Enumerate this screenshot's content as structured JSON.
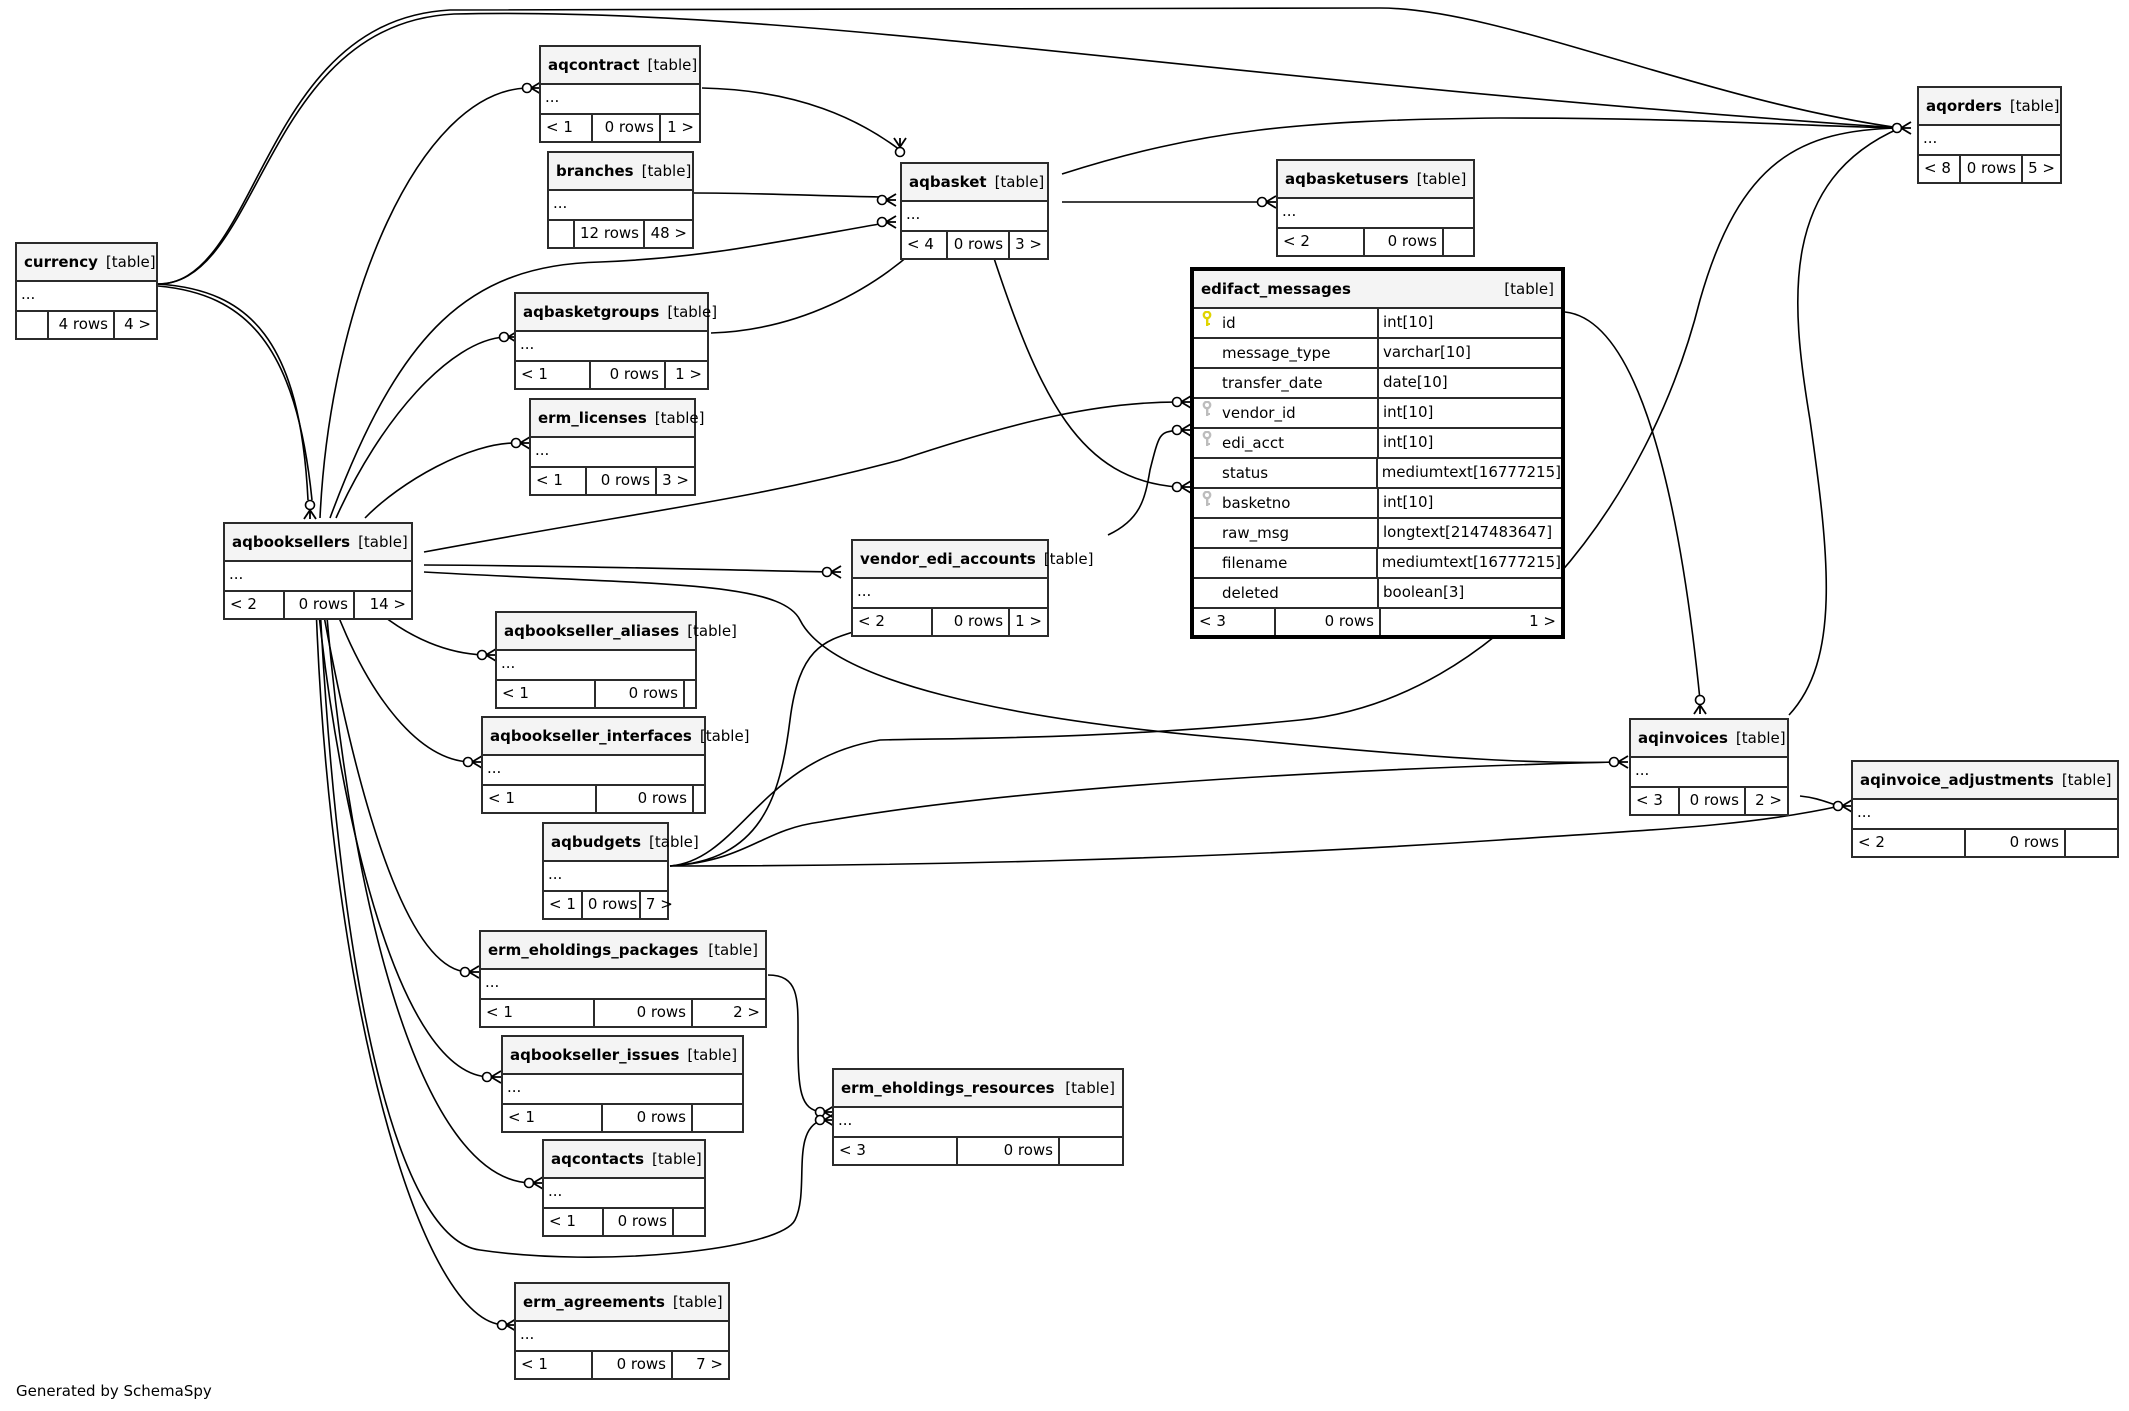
{
  "diagram": {
    "type_label": "[table]",
    "footer": "Generated by SchemaSpy",
    "focus_table": {
      "name": "edifact_messages",
      "columns": [
        {
          "name": "id",
          "type": "int[10]",
          "key": "primary"
        },
        {
          "name": "message_type",
          "type": "varchar[10]",
          "key": ""
        },
        {
          "name": "transfer_date",
          "type": "date[10]",
          "key": ""
        },
        {
          "name": "vendor_id",
          "type": "int[10]",
          "key": "foreign"
        },
        {
          "name": "edi_acct",
          "type": "int[10]",
          "key": "foreign"
        },
        {
          "name": "status",
          "type": "mediumtext[16777215]",
          "key": ""
        },
        {
          "name": "basketno",
          "type": "int[10]",
          "key": "foreign"
        },
        {
          "name": "raw_msg",
          "type": "longtext[2147483647]",
          "key": ""
        },
        {
          "name": "filename",
          "type": "mediumtext[16777215]",
          "key": ""
        },
        {
          "name": "deleted",
          "type": "boolean[3]",
          "key": ""
        }
      ],
      "parents": "< 3",
      "rows": "0 rows",
      "children": "1 >"
    },
    "tables": [
      {
        "id": "aqcontract",
        "name": "aqcontract",
        "parents": "< 1",
        "rows": "0 rows",
        "children": "1 >"
      },
      {
        "id": "branches",
        "name": "branches",
        "parents": "",
        "rows": "12 rows",
        "children": "48 >"
      },
      {
        "id": "currency",
        "name": "currency",
        "parents": "",
        "rows": "4 rows",
        "children": "4 >"
      },
      {
        "id": "aqbasket",
        "name": "aqbasket",
        "parents": "< 4",
        "rows": "0 rows",
        "children": "3 >"
      },
      {
        "id": "aqbasketusers",
        "name": "aqbasketusers",
        "parents": "< 2",
        "rows": "0 rows",
        "children": ""
      },
      {
        "id": "aqorders",
        "name": "aqorders",
        "parents": "< 8",
        "rows": "0 rows",
        "children": "5 >"
      },
      {
        "id": "aqbasketgroups",
        "name": "aqbasketgroups",
        "parents": "< 1",
        "rows": "0 rows",
        "children": "1 >"
      },
      {
        "id": "erm_licenses",
        "name": "erm_licenses",
        "parents": "< 1",
        "rows": "0 rows",
        "children": "3 >"
      },
      {
        "id": "aqbooksellers",
        "name": "aqbooksellers",
        "parents": "< 2",
        "rows": "0 rows",
        "children": "14 >"
      },
      {
        "id": "vendor_edi_accounts",
        "name": "vendor_edi_accounts",
        "parents": "< 2",
        "rows": "0 rows",
        "children": "1 >"
      },
      {
        "id": "aqbookseller_aliases",
        "name": "aqbookseller_aliases",
        "parents": "< 1",
        "rows": "0 rows",
        "children": ""
      },
      {
        "id": "aqbookseller_interfaces",
        "name": "aqbookseller_interfaces",
        "parents": "< 1",
        "rows": "0 rows",
        "children": ""
      },
      {
        "id": "aqbudgets",
        "name": "aqbudgets",
        "parents": "< 1",
        "rows": "0 rows",
        "children": "7 >"
      },
      {
        "id": "aqinvoices",
        "name": "aqinvoices",
        "parents": "< 3",
        "rows": "0 rows",
        "children": "2 >"
      },
      {
        "id": "aqinvoice_adjustments",
        "name": "aqinvoice_adjustments",
        "parents": "< 2",
        "rows": "0 rows",
        "children": ""
      },
      {
        "id": "erm_eholdings_packages",
        "name": "erm_eholdings_packages",
        "parents": "< 1",
        "rows": "0 rows",
        "children": "2 >"
      },
      {
        "id": "erm_eholdings_resources",
        "name": "erm_eholdings_resources",
        "parents": "< 3",
        "rows": "0 rows",
        "children": ""
      },
      {
        "id": "aqbookseller_issues",
        "name": "aqbookseller_issues",
        "parents": "< 1",
        "rows": "0 rows",
        "children": ""
      },
      {
        "id": "aqcontacts",
        "name": "aqcontacts",
        "parents": "< 1",
        "rows": "0 rows",
        "children": ""
      },
      {
        "id": "erm_agreements",
        "name": "erm_agreements",
        "parents": "< 1",
        "rows": "0 rows",
        "children": "7 >"
      }
    ],
    "ellipsis": "...",
    "relationships": [
      {
        "from": "currency",
        "to": "aqorders"
      },
      {
        "from": "currency",
        "to": "aqorders"
      },
      {
        "from": "currency",
        "to": "aqbooksellers"
      },
      {
        "from": "currency",
        "to": "aqbooksellers"
      },
      {
        "from": "aqbooksellers",
        "to": "aqcontract"
      },
      {
        "from": "aqbooksellers",
        "to": "aqbasket"
      },
      {
        "from": "aqbooksellers",
        "to": "aqbasketgroups"
      },
      {
        "from": "aqbooksellers",
        "to": "erm_licenses"
      },
      {
        "from": "aqbooksellers",
        "to": "edifact_messages.vendor_id"
      },
      {
        "from": "aqbooksellers",
        "to": "vendor_edi_accounts"
      },
      {
        "from": "aqbooksellers",
        "to": "aqinvoices"
      },
      {
        "from": "aqbooksellers",
        "to": "aqbookseller_aliases"
      },
      {
        "from": "aqbooksellers",
        "to": "aqbookseller_interfaces"
      },
      {
        "from": "aqbooksellers",
        "to": "erm_eholdings_packages"
      },
      {
        "from": "aqbooksellers",
        "to": "aqbookseller_issues"
      },
      {
        "from": "aqbooksellers",
        "to": "aqcontacts"
      },
      {
        "from": "aqbooksellers",
        "to": "erm_eholdings_resources"
      },
      {
        "from": "aqbooksellers",
        "to": "erm_agreements"
      },
      {
        "from": "aqcontract",
        "to": "aqbasket"
      },
      {
        "from": "branches",
        "to": "aqbasket"
      },
      {
        "from": "aqbasketgroups",
        "to": "aqbasket"
      },
      {
        "from": "aqbasket",
        "to": "aqorders"
      },
      {
        "from": "aqbasket",
        "to": "aqbasketusers"
      },
      {
        "from": "aqbasket",
        "to": "edifact_messages.basketno"
      },
      {
        "from": "vendor_edi_accounts",
        "to": "edifact_messages.edi_acct"
      },
      {
        "from": "edifact_messages.id",
        "to": "aqinvoices"
      },
      {
        "from": "aqbudgets",
        "to": "vendor_edi_accounts"
      },
      {
        "from": "aqbudgets",
        "to": "aqorders"
      },
      {
        "from": "aqbudgets",
        "to": "aqinvoices"
      },
      {
        "from": "aqbudgets",
        "to": "aqinvoice_adjustments"
      },
      {
        "from": "aqinvoices",
        "to": "aqorders"
      },
      {
        "from": "aqinvoices",
        "to": "aqinvoice_adjustments"
      },
      {
        "from": "erm_eholdings_packages",
        "to": "erm_eholdings_resources"
      }
    ]
  }
}
